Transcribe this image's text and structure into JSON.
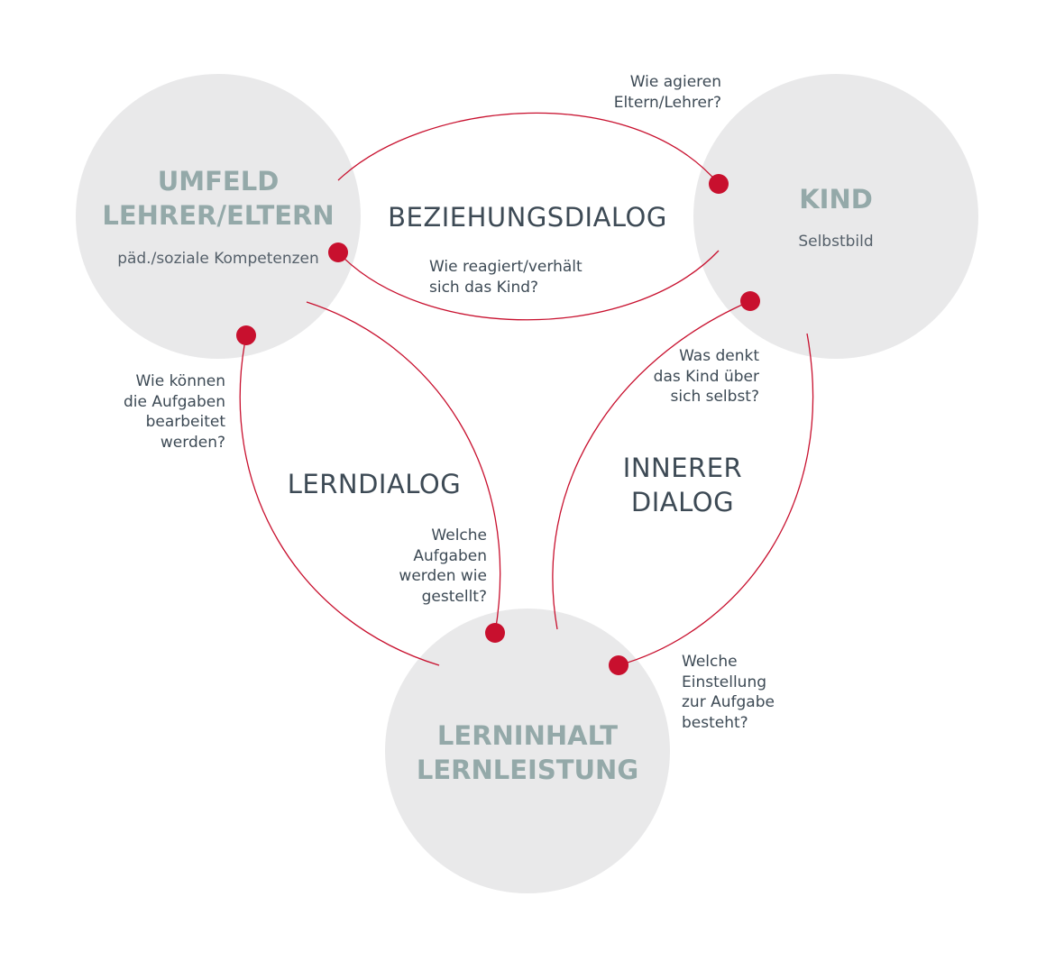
{
  "colors": {
    "circle": "#e9e9ea",
    "title": "#94a9a9",
    "text": "#3d4a55",
    "accent": "#c8102e"
  },
  "nodes": {
    "umfeld": {
      "title_1": "UMFELD",
      "title_2": "LEHRER/ELTERN",
      "subtitle": "päd./soziale Kompetenzen"
    },
    "kind": {
      "title_1": "KIND",
      "subtitle": "Selbstbild"
    },
    "lerninhalt": {
      "title_1": "LERNINHALT",
      "title_2": "LERNLEISTUNG"
    }
  },
  "dialogs": {
    "beziehung": "BEZIEHUNGSDIALOG",
    "lern": "LERNDIALOG",
    "innerer_1": "INNERER",
    "innerer_2": "DIALOG"
  },
  "questions": {
    "q1": [
      "Wie agieren",
      "Eltern/Lehrer?"
    ],
    "q2": [
      "Wie reagiert/verhält",
      "sich das Kind?"
    ],
    "q3": [
      "Wie können",
      "die Aufgaben",
      "bearbeitet",
      "werden?"
    ],
    "q4": [
      "Welche",
      "Aufgaben",
      "werden wie",
      "gestellt?"
    ],
    "q5": [
      "Was denkt",
      "das Kind über",
      "sich selbst?"
    ],
    "q6": [
      "Welche",
      "Einstellung",
      "zur Aufgabe",
      "besteht?"
    ]
  }
}
